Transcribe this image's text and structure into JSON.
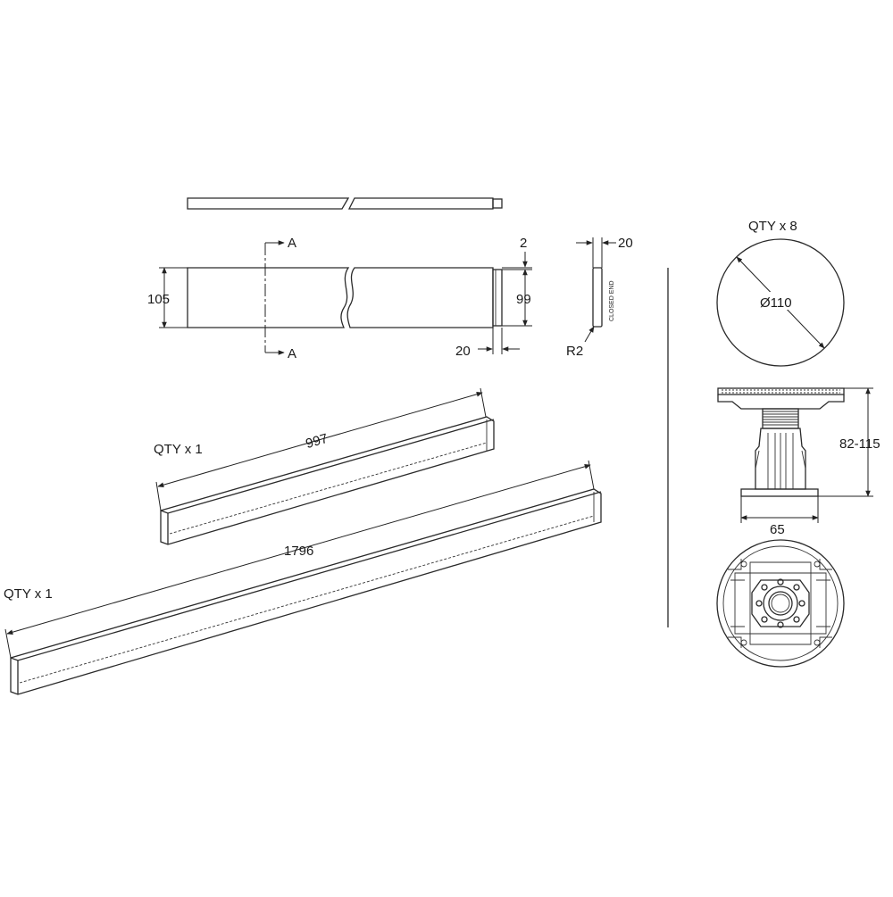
{
  "section_view": {
    "section_mark_top": "A",
    "section_mark_bottom": "A",
    "height": "105",
    "inner_height": "99",
    "thickness_top": "2",
    "end_length": "20"
  },
  "end_cap": {
    "width": "20",
    "radius": "R2",
    "note": "CLOSED END"
  },
  "profile_short": {
    "qty": "QTY x 1",
    "length": "997"
  },
  "profile_long": {
    "qty": "QTY x 1",
    "length": "1796"
  },
  "foot": {
    "qty": "QTY x 8",
    "diameter": "Ø110",
    "height_range": "82-115",
    "base_width": "65"
  }
}
